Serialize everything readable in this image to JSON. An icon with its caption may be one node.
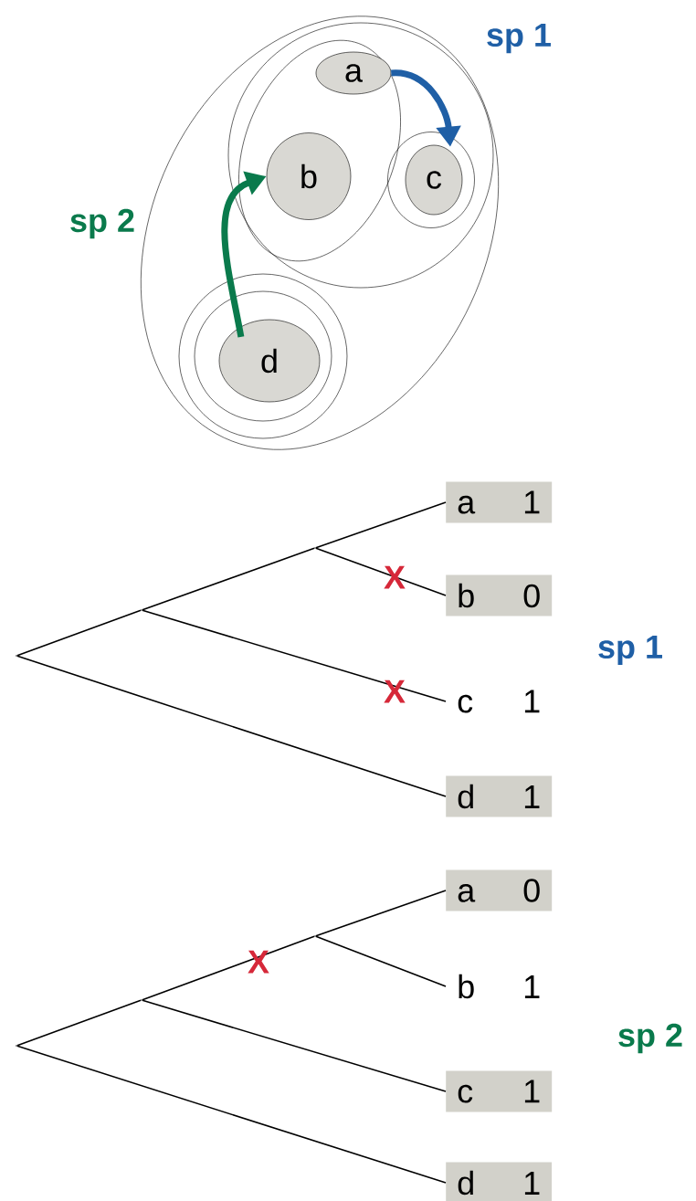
{
  "diagram": {
    "nodes": [
      {
        "text": [],
        "shape": "circle"
      },
      {
        "text": [],
        "shape": "circle",
        "in": 0
      },
      {
        "text": [],
        "shape": "circle",
        "in": 1
      },
      {
        "text": [
          "a"
        ],
        "in": 2
      },
      {
        "text": [
          "b"
        ],
        "in": 2
      },
      {
        "text": [],
        "shape": "circle",
        "in": 1
      },
      {
        "text": [
          "c"
        ],
        "in": 5
      },
      {
        "text": [],
        "shape": "circle",
        "in": 0
      },
      {
        "text": [],
        "shape": "circle",
        "in": 7
      },
      {
        "text": [
          "d"
        ],
        "in": 8
      },
      {
        "text": [
          "a",
          "1"
        ]
      },
      {
        "text": [
          "b",
          "0"
        ]
      },
      {
        "text": [
          "c",
          "1"
        ]
      },
      {
        "text": [
          "d",
          "1"
        ]
      },
      {
        "text": [
          "a",
          "0"
        ]
      },
      {
        "text": [
          "b",
          "1"
        ]
      },
      {
        "text": [
          "c",
          "1"
        ]
      },
      {
        "text": [
          "d",
          "1"
        ]
      },
      {
        "text": [],
        "shape": "point"
      },
      {
        "text": [],
        "shape": "point"
      },
      {
        "text": [],
        "shape": "point"
      },
      {
        "text": [],
        "shape": "point"
      },
      {
        "text": [],
        "shape": "point"
      },
      {
        "text": [],
        "shape": "point"
      }
    ],
    "edges": [
      {
        "from": 3,
        "to": 6,
        "arrow": "to",
        "label": "sp 1",
        "style": "thick",
        "color": "#1f5fa6"
      },
      {
        "from": 9,
        "to": 4,
        "arrow": "to",
        "label": "sp 2",
        "style": "thick",
        "color": "#0a7a4c"
      },
      {
        "from": 18,
        "to": 19,
        "arrow": "none"
      },
      {
        "from": 18,
        "to": 13,
        "arrow": "none"
      },
      {
        "from": 19,
        "to": 20,
        "arrow": "none"
      },
      {
        "from": 19,
        "to": 12,
        "arrow": "none"
      },
      {
        "from": 20,
        "to": 10,
        "arrow": "none"
      },
      {
        "from": 20,
        "to": 11,
        "arrow": "none"
      },
      {
        "from": 21,
        "to": 22,
        "arrow": "none"
      },
      {
        "from": 21,
        "to": 17,
        "arrow": "none"
      },
      {
        "from": 22,
        "to": 23,
        "arrow": "none"
      },
      {
        "from": 22,
        "to": 16,
        "arrow": "none"
      },
      {
        "from": 23,
        "to": 14,
        "arrow": "none"
      },
      {
        "from": 23,
        "to": 15,
        "arrow": "none"
      }
    ],
    "labels": [
      "X",
      "sp 1",
      "X",
      "X",
      "sp 2"
    ]
  }
}
